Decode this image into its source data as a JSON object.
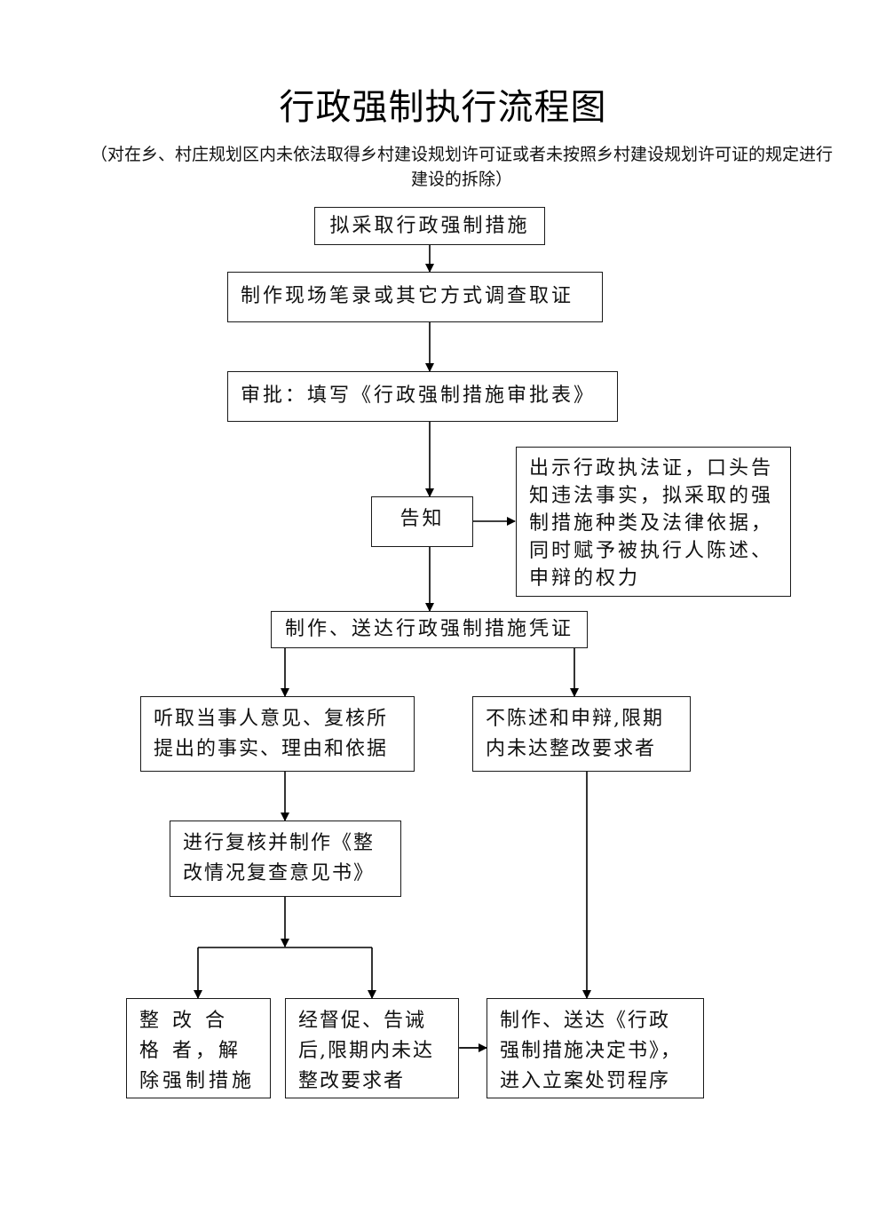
{
  "title": "行政强制执行流程图",
  "subtitle": "（对在乡、村庄规划区内未依法取得乡村建设规划许可证或者未按照乡村建设规划许可证的规定进行建设的拆除）",
  "nodes": {
    "propose": "拟采取行政强制措施",
    "evidence": "制作现场笔录或其它方式调查取证",
    "approval": "审批：填写《行政强制措施审批表》",
    "notify": "告知",
    "notify_detail": "出示行政执法证，口头告知违法事实，拟采取的强制措施种类及法律依据，同时赋予被执行人陈述、申辩的权力",
    "voucher": "制作、送达行政强制措施凭证",
    "hear": "听取当事人意见、复核所提出的事实、理由和依据",
    "no_statement": "不陈述和申辩,限期内未达整改要求者",
    "review": "进行复核并制作《整改情况复查意见书》",
    "qualified": "整 改 合 格 者，解除强制措施",
    "urged": "经督促、告诫后,限期内未达整改要求者",
    "decision": "制作、送达《行政强制措施决定书》，进入立案处罚程序"
  },
  "edges": [
    {
      "from": "propose",
      "to": "evidence"
    },
    {
      "from": "evidence",
      "to": "approval"
    },
    {
      "from": "approval",
      "to": "notify"
    },
    {
      "from": "notify",
      "to": "notify_detail"
    },
    {
      "from": "notify",
      "to": "voucher"
    },
    {
      "from": "voucher",
      "to": "hear"
    },
    {
      "from": "voucher",
      "to": "no_statement"
    },
    {
      "from": "hear",
      "to": "review"
    },
    {
      "from": "review",
      "to": "qualified"
    },
    {
      "from": "review",
      "to": "urged"
    },
    {
      "from": "urged",
      "to": "decision"
    },
    {
      "from": "no_statement",
      "to": "decision"
    }
  ]
}
